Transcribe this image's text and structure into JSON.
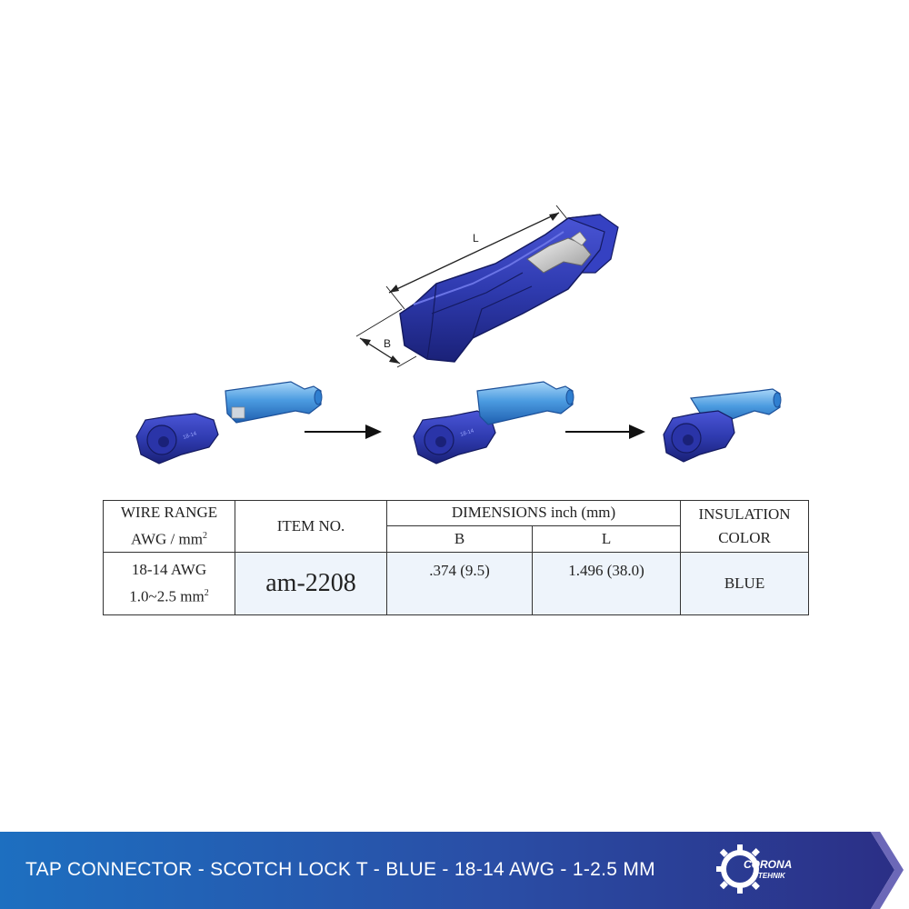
{
  "illustration": {
    "dimension_labels": {
      "length": "L",
      "width": "B"
    },
    "crimp_marking": "18-14",
    "colors": {
      "connector_blue": "#2f3bb0",
      "connector_dark": "#1d2580",
      "terminal_blue": "#3f8fd8",
      "terminal_light": "#8fc8f4"
    }
  },
  "table": {
    "wire_range_header_1": "WIRE RANGE",
    "wire_range_header_2": "AWG / mm",
    "item_no_header": "ITEM NO.",
    "dimensions_header": "DIMENSIONS  inch (mm)",
    "col_b": "B",
    "col_l": "L",
    "insulation_header_1": "INSULATION",
    "insulation_header_2": "COLOR",
    "row": {
      "awg": "18-14 AWG",
      "mm": "1.0~2.5 mm",
      "item_no": "am-2208",
      "b": ".374 (9.5)",
      "l": "1.496 (38.0)",
      "color": "BLUE"
    },
    "superscript": "2"
  },
  "banner": {
    "title": "TAP CONNECTOR - SCOTCH LOCK T - BLUE - 18-14 AWG - 1-2.5 MM",
    "logo_line1": "CORONA",
    "logo_line2": "TEHNIK",
    "colors": {
      "start": "#1c6fbf",
      "end": "#2b2f86",
      "chevron": "#6c68b8"
    }
  }
}
